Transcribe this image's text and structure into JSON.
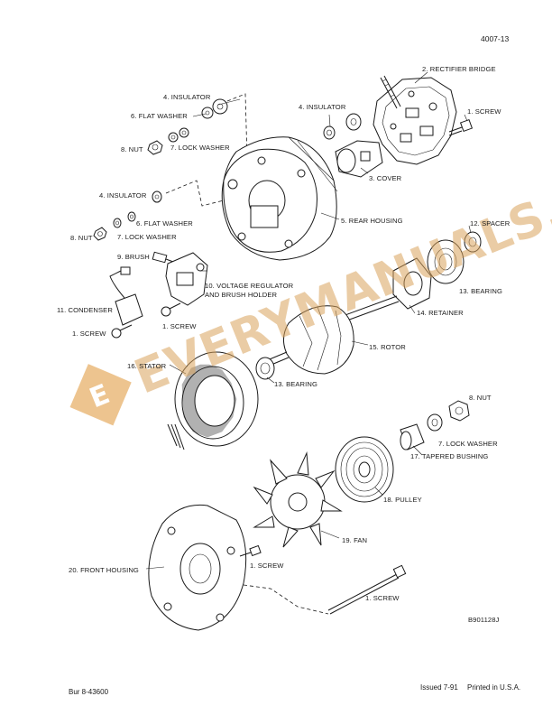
{
  "page": {
    "page_number": "4007-13",
    "figure_id": "B901128J",
    "footer_left": "Bur 8-43600",
    "footer_issued": "Issued 7-91",
    "footer_printed": "Printed in U.S.A."
  },
  "labels": {
    "rectifier_bridge": "2. RECTIFIER BRIDGE",
    "insulator_top": "4. INSULATOR",
    "flat_washer_top": "6. FLAT WASHER",
    "insulator_mid": "4. INSULATOR",
    "screw_right": "1. SCREW",
    "nut_top": "8. NUT",
    "lock_washer_top": "7. LOCK WASHER",
    "cover": "3. COVER",
    "insulator_left": "4. INSULATOR",
    "rear_housing": "5. REAR HOUSING",
    "flat_washer_left": "6. FLAT WASHER",
    "spacer": "12. SPACER",
    "nut_left": "8. NUT",
    "lock_washer_left": "7. LOCK WASHER",
    "brush": "9. BRUSH",
    "voltage_regulator_line1": "10. VOLTAGE REGULATOR",
    "voltage_regulator_line2": "AND BRUSH HOLDER",
    "bearing_upper": "13. BEARING",
    "condenser": "11. CONDENSER",
    "screw_regulator": "1. SCREW",
    "retainer": "14. RETAINER",
    "screw_condenser": "1. SCREW",
    "rotor": "15. ROTOR",
    "stator": "16. STATOR",
    "bearing_lower": "13. BEARING",
    "nut_right": "8. NUT",
    "lock_washer_right": "7. LOCK WASHER",
    "tapered_bushing": "17. TAPERED BUSHING",
    "pulley": "18. PULLEY",
    "fan": "19. FAN",
    "front_housing": "20. FRONT HOUSING",
    "screw_fan": "1. SCREW",
    "screw_long": "1. SCREW"
  },
  "watermark": {
    "logo_letter": "E",
    "text": "EVERYMANUALS.COM"
  },
  "colors": {
    "ink": "#1a1a1a",
    "watermark": "#d9a35c"
  }
}
